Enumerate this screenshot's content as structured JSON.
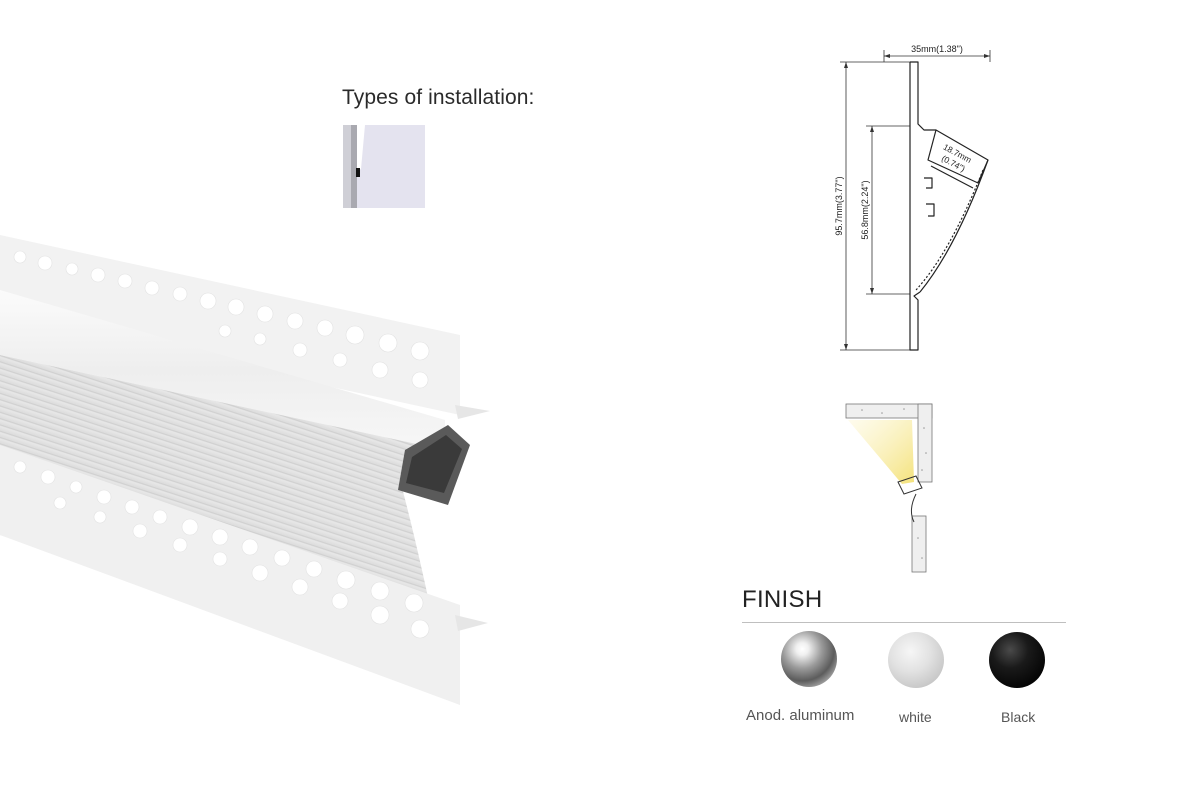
{
  "installation": {
    "title": "Types of installation:",
    "icon": "wall-corner-install-icon"
  },
  "drawing": {
    "width_label": "35mm(1.38\")",
    "total_height_label": "95.7mm(3.77\")",
    "inner_height_label": "56.8mm(2.24\")",
    "channel_width_label_mm": "18.7mm",
    "channel_width_label_in": "(0.74\")"
  },
  "finish": {
    "title": "FINISH",
    "options": [
      {
        "label": "Anod. aluminum",
        "color": "#9a9a9a"
      },
      {
        "label": "white",
        "color": "#dcdcdc"
      },
      {
        "label": "Black",
        "color": "#111111"
      }
    ]
  }
}
